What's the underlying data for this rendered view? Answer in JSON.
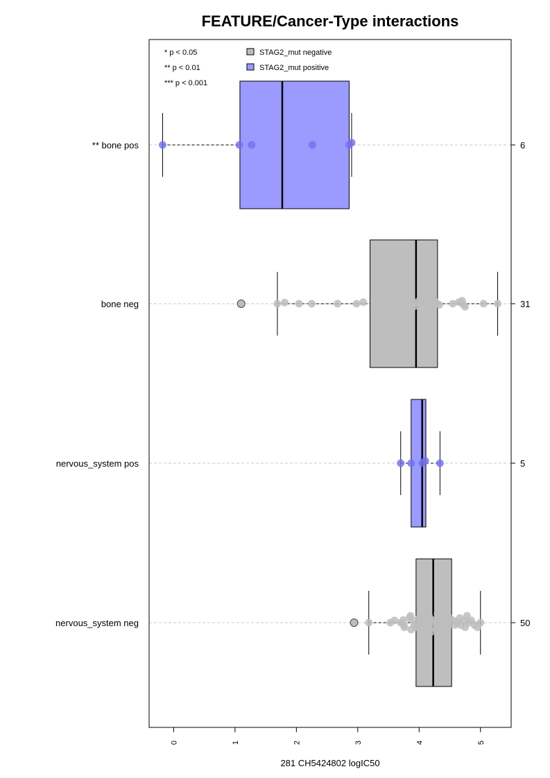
{
  "chart_data": {
    "type": "boxplot",
    "title": "FEATURE/Cancer-Type interactions",
    "xlabel": "281 CH5424802 logIC50",
    "xlim": [
      -0.4,
      5.5
    ],
    "xticks": [
      "0",
      "1",
      "2",
      "3",
      "4",
      "5"
    ],
    "xtick_values": [
      0,
      1,
      2,
      3,
      4,
      5
    ],
    "orientation": "horizontal",
    "legend_placement": "top-left",
    "significance_legend": [
      "* p < 0.05",
      "** p < 0.01",
      "*** p < 0.001"
    ],
    "legend": [
      {
        "label": "STAG2_mut negative",
        "color": "#bebebe"
      },
      {
        "label": "STAG2_mut positive",
        "color": "#9a9aff"
      }
    ],
    "colors": {
      "negative_fill": "#bebebe",
      "positive_fill": "#9a9aff",
      "negative_point": "#bdbdbd",
      "positive_point": "#7070ee",
      "grid": "#c8c8c8"
    },
    "boxes": [
      {
        "label": "** bone pos",
        "count": "6",
        "group": "positive",
        "whisker_low": -0.18,
        "q1": 1.08,
        "median": 1.77,
        "q3": 2.86,
        "whisker_high": 2.9,
        "outliers": [],
        "points": [
          {
            "x": -0.18,
            "dy": 0
          },
          {
            "x": 1.07,
            "dy": 0
          },
          {
            "x": 1.27,
            "dy": 0
          },
          {
            "x": 2.26,
            "dy": 0
          },
          {
            "x": 2.86,
            "dy": 0
          },
          {
            "x": 2.9,
            "dy": -0.3
          }
        ]
      },
      {
        "label": "bone neg",
        "count": "31",
        "group": "negative",
        "whisker_low": 1.69,
        "q1": 3.2,
        "median": 3.95,
        "q3": 4.3,
        "whisker_high": 5.28,
        "outliers": [
          1.1
        ],
        "points": [
          {
            "x": 1.69,
            "dy": 0
          },
          {
            "x": 1.81,
            "dy": -0.15
          },
          {
            "x": 2.04,
            "dy": 0
          },
          {
            "x": 2.25,
            "dy": 0
          },
          {
            "x": 2.67,
            "dy": 0
          },
          {
            "x": 2.98,
            "dy": 0
          },
          {
            "x": 3.09,
            "dy": -0.2
          },
          {
            "x": 3.29,
            "dy": 0
          },
          {
            "x": 3.53,
            "dy": 0
          },
          {
            "x": 3.58,
            "dy": -0.3
          },
          {
            "x": 3.6,
            "dy": 0.2
          },
          {
            "x": 3.65,
            "dy": 0.5
          },
          {
            "x": 3.9,
            "dy": -0.3
          },
          {
            "x": 3.91,
            "dy": 0
          },
          {
            "x": 3.93,
            "dy": 0.3
          },
          {
            "x": 4.01,
            "dy": -0.5
          },
          {
            "x": 4.05,
            "dy": 0
          },
          {
            "x": 4.1,
            "dy": -0.25
          },
          {
            "x": 4.15,
            "dy": 0.1
          },
          {
            "x": 4.18,
            "dy": 0.4
          },
          {
            "x": 4.25,
            "dy": -0.4
          },
          {
            "x": 4.28,
            "dy": -0.1
          },
          {
            "x": 4.33,
            "dy": 0.15
          },
          {
            "x": 4.55,
            "dy": 0
          },
          {
            "x": 4.65,
            "dy": -0.2
          },
          {
            "x": 4.7,
            "dy": -0.4
          },
          {
            "x": 4.72,
            "dy": 0.1
          },
          {
            "x": 4.75,
            "dy": 0.4
          },
          {
            "x": 5.05,
            "dy": 0
          },
          {
            "x": 5.28,
            "dy": 0
          }
        ]
      },
      {
        "label": "nervous_system pos",
        "count": "5",
        "group": "positive",
        "whisker_low": 3.7,
        "q1": 3.87,
        "median": 4.05,
        "q3": 4.11,
        "whisker_high": 4.34,
        "outliers": [],
        "points": [
          {
            "x": 3.7,
            "dy": 0
          },
          {
            "x": 3.87,
            "dy": 0
          },
          {
            "x": 4.05,
            "dy": 0
          },
          {
            "x": 4.1,
            "dy": -0.3
          },
          {
            "x": 4.34,
            "dy": 0
          }
        ]
      },
      {
        "label": "nervous_system neg",
        "count": "50",
        "group": "negative",
        "whisker_low": 3.18,
        "q1": 3.95,
        "median": 4.23,
        "q3": 4.53,
        "whisker_high": 5.0,
        "outliers": [
          2.94
        ],
        "points": [
          {
            "x": 3.18,
            "dy": 0
          },
          {
            "x": 3.53,
            "dy": 0
          },
          {
            "x": 3.6,
            "dy": -0.3
          },
          {
            "x": 3.7,
            "dy": 0
          },
          {
            "x": 3.74,
            "dy": -0.35
          },
          {
            "x": 3.75,
            "dy": 0.3
          },
          {
            "x": 3.76,
            "dy": 0.6
          },
          {
            "x": 3.84,
            "dy": -0.6
          },
          {
            "x": 3.86,
            "dy": -0.9
          },
          {
            "x": 3.87,
            "dy": 0.9
          },
          {
            "x": 3.9,
            "dy": -0.3
          },
          {
            "x": 3.92,
            "dy": 0.3
          },
          {
            "x": 3.94,
            "dy": 0.6
          },
          {
            "x": 4.0,
            "dy": -0.6
          },
          {
            "x": 4.03,
            "dy": 0
          },
          {
            "x": 4.06,
            "dy": 0.9
          },
          {
            "x": 4.1,
            "dy": -0.3
          },
          {
            "x": 4.13,
            "dy": -0.9
          },
          {
            "x": 4.15,
            "dy": 0.3
          },
          {
            "x": 4.18,
            "dy": -0.6
          },
          {
            "x": 4.2,
            "dy": 1.2
          },
          {
            "x": 4.22,
            "dy": 0.6
          },
          {
            "x": 4.25,
            "dy": -0.3
          },
          {
            "x": 4.27,
            "dy": 0
          },
          {
            "x": 4.28,
            "dy": 0.9
          },
          {
            "x": 4.3,
            "dy": -1.2
          },
          {
            "x": 4.32,
            "dy": 1.5
          },
          {
            "x": 4.35,
            "dy": -0.6
          },
          {
            "x": 4.38,
            "dy": 0.3
          },
          {
            "x": 4.42,
            "dy": 0
          },
          {
            "x": 4.44,
            "dy": -0.3
          },
          {
            "x": 4.47,
            "dy": 0.6
          },
          {
            "x": 4.5,
            "dy": -0.6
          },
          {
            "x": 4.55,
            "dy": -0.3
          },
          {
            "x": 4.58,
            "dy": 0.3
          },
          {
            "x": 4.62,
            "dy": 0
          },
          {
            "x": 4.66,
            "dy": -0.6
          },
          {
            "x": 4.68,
            "dy": 0.3
          },
          {
            "x": 4.73,
            "dy": -0.3
          },
          {
            "x": 4.75,
            "dy": 0.6
          },
          {
            "x": 4.78,
            "dy": -0.9
          },
          {
            "x": 4.8,
            "dy": 0
          },
          {
            "x": 4.85,
            "dy": -0.3
          },
          {
            "x": 4.9,
            "dy": 0.3
          },
          {
            "x": 4.95,
            "dy": 0.6
          },
          {
            "x": 5.0,
            "dy": 0
          }
        ]
      }
    ]
  }
}
